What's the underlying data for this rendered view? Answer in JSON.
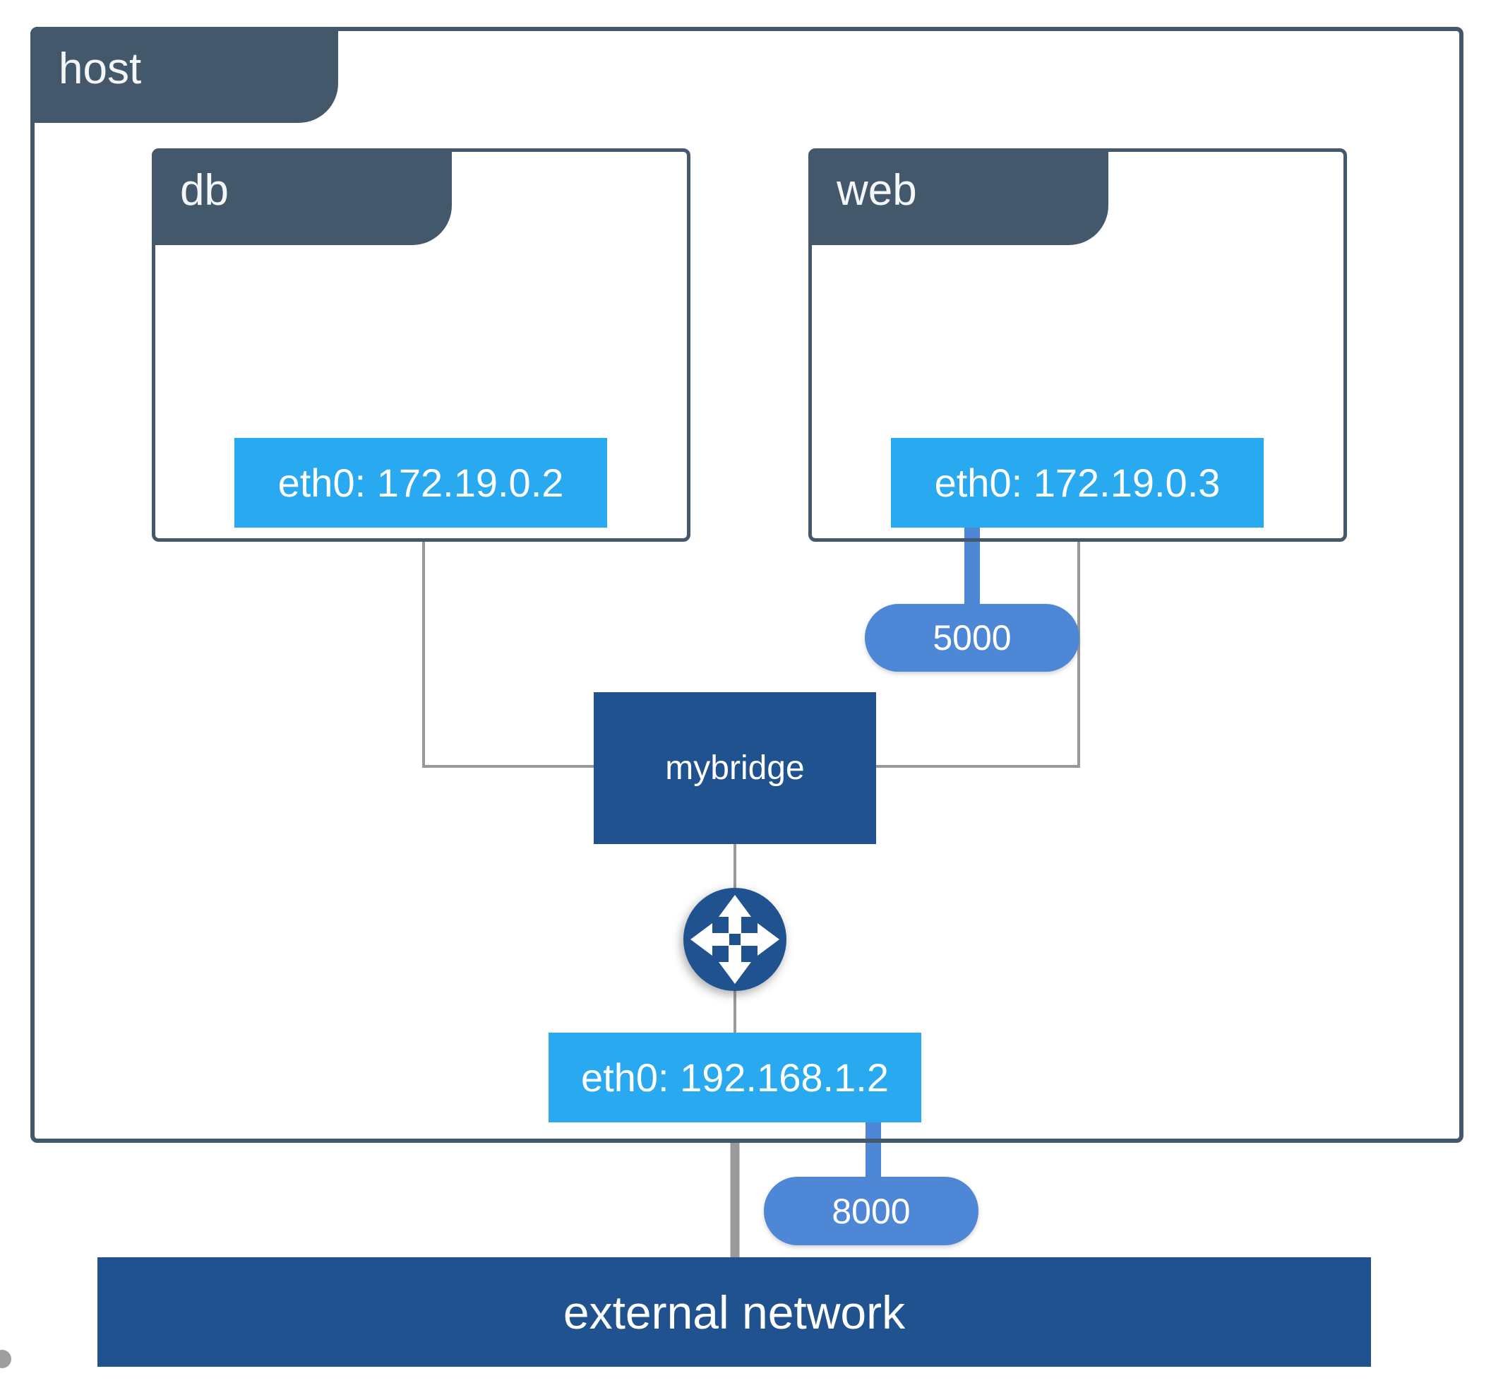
{
  "host": {
    "label": "host",
    "interface": {
      "label": "eth0: 192.168.1.2",
      "port": "8000"
    }
  },
  "containers": [
    {
      "label": "db",
      "interface": "eth0: 172.19.0.2"
    },
    {
      "label": "web",
      "interface": "eth0: 172.19.0.3",
      "port": "5000"
    }
  ],
  "bridge": {
    "label": "mybridge"
  },
  "external": {
    "label": "external network"
  },
  "icons": {
    "router": "nat-router-arrows-icon"
  },
  "colors": {
    "slate": "#44586b",
    "interface_blue": "#29a9f0",
    "port_blue": "#4f87d7",
    "node_dark_blue": "#1f528e",
    "wire_gray": "#999999",
    "thick_wire_gray": "#9a9a9a",
    "text_white": "#ffffff"
  }
}
